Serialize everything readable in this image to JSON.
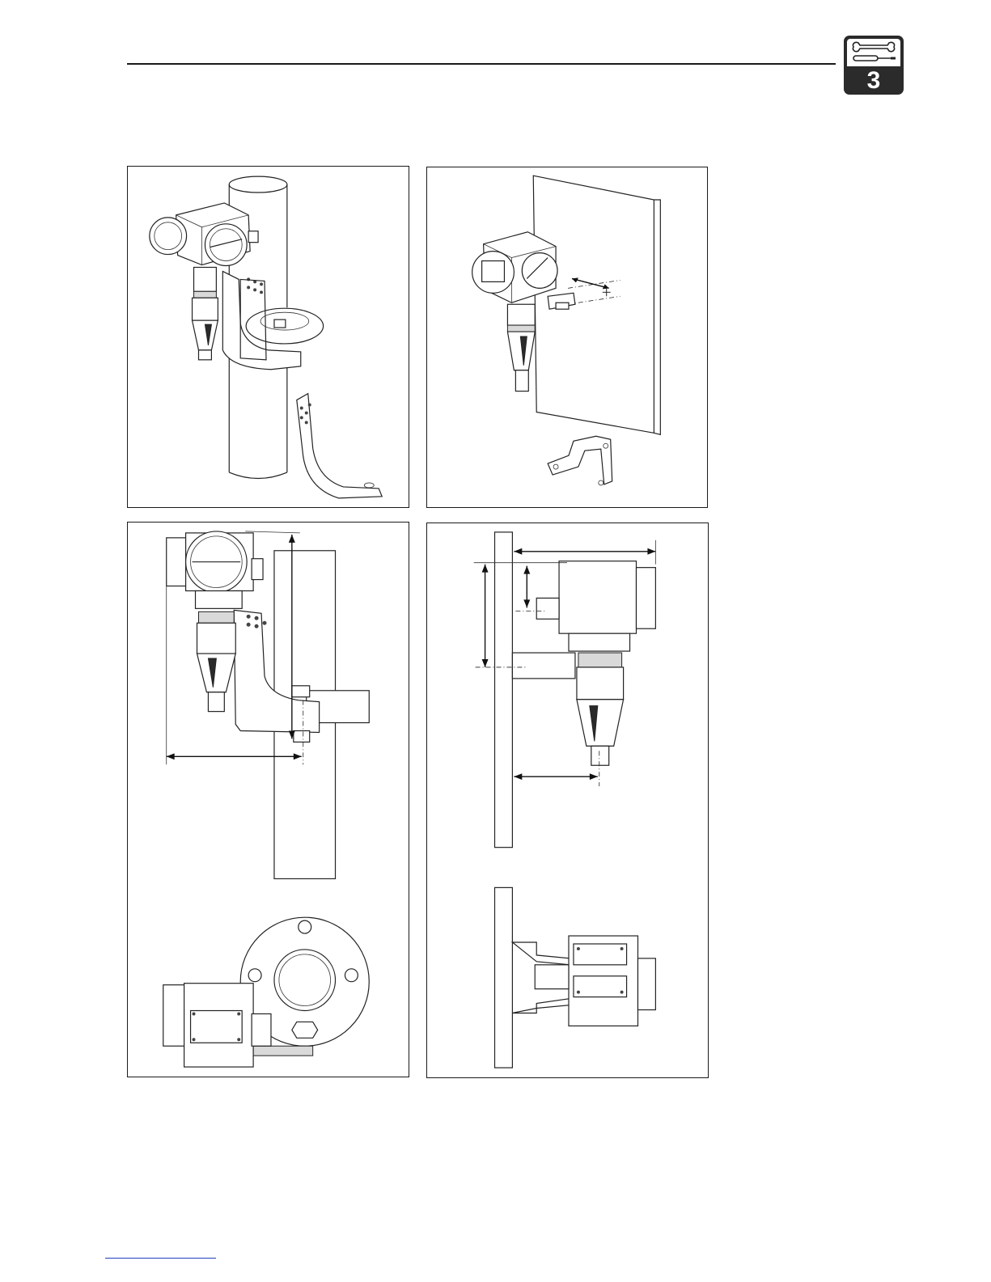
{
  "chapter": {
    "number": "3",
    "icon": "wrench-screwdriver-icon"
  },
  "figures": [
    {
      "id": "pipe-mounting-isometric",
      "icon": "pipe-mounting-drawing"
    },
    {
      "id": "wall-mounting-isometric",
      "icon": "wall-mounting-drawing"
    },
    {
      "id": "pipe-mounting-dimensions",
      "icon": "pipe-dimension-drawing"
    },
    {
      "id": "wall-mounting-dimensions",
      "icon": "wall-dimension-drawing"
    }
  ],
  "colors": {
    "line": "#222222",
    "tab_background": "#2b2b2b",
    "link_underline": "#1f3fbf"
  }
}
